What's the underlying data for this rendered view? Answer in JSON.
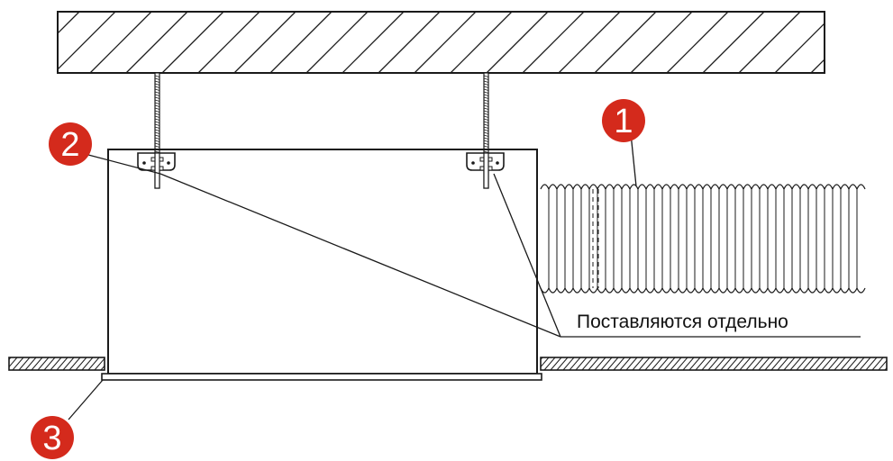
{
  "colors": {
    "line": "#1a1a1a",
    "callout_fill": "#d42a1c",
    "callout_text": "#ffffff",
    "background": "#ffffff"
  },
  "callouts": [
    {
      "id": "1",
      "label": "1",
      "target": "flexible-duct"
    },
    {
      "id": "2",
      "label": "2",
      "target": "hanger-brackets"
    },
    {
      "id": "3",
      "label": "3",
      "target": "diffuser-face-frame"
    }
  ],
  "note": {
    "text": "Поставляются отдельно"
  }
}
